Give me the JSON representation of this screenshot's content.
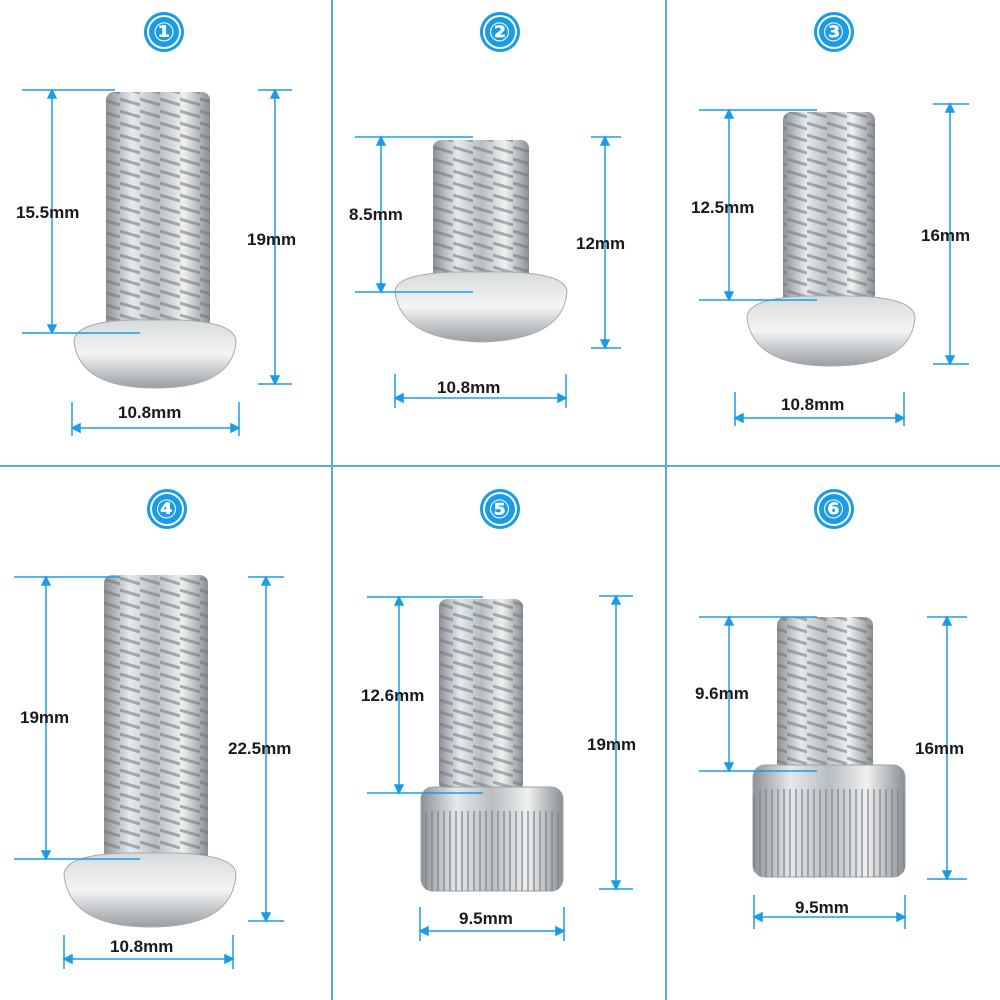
{
  "accent_color": "#1a9be8",
  "line_color": "#5aa9df",
  "panels": [
    {
      "badge": "①",
      "head": "button",
      "thread_length": "15.5mm",
      "total_length": "19mm",
      "head_diameter": "10.8mm"
    },
    {
      "badge": "②",
      "head": "button",
      "thread_length": "8.5mm",
      "total_length": "12mm",
      "head_diameter": "10.8mm"
    },
    {
      "badge": "③",
      "head": "button",
      "thread_length": "12.5mm",
      "total_length": "16mm",
      "head_diameter": "10.8mm"
    },
    {
      "badge": "④",
      "head": "button",
      "thread_length": "19mm",
      "total_length": "22.5mm",
      "head_diameter": "10.8mm"
    },
    {
      "badge": "⑤",
      "head": "socket-cap-knurled",
      "thread_length": "12.6mm",
      "total_length": "19mm",
      "head_diameter": "9.5mm"
    },
    {
      "badge": "⑥",
      "head": "socket-cap-knurled",
      "thread_length": "9.6mm",
      "total_length": "16mm",
      "head_diameter": "9.5mm"
    }
  ]
}
